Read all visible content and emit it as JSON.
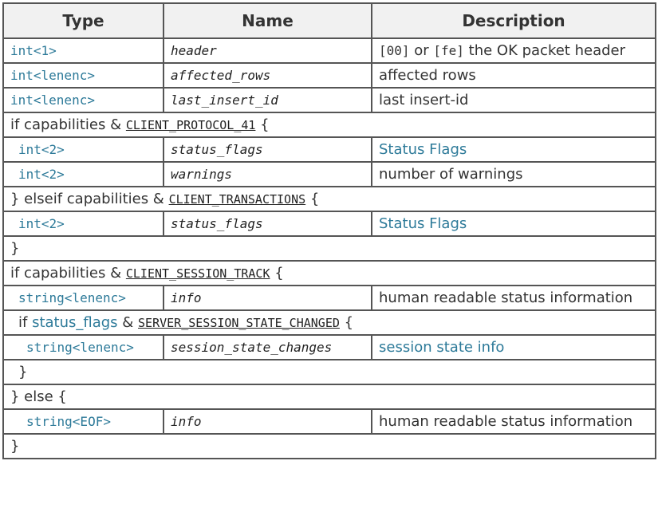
{
  "headers": {
    "type": "Type",
    "name": "Name",
    "description": "Description"
  },
  "rows": {
    "header": {
      "type": "int<1>",
      "name": "header",
      "desc_code1": "[00]",
      "desc_or": " or ",
      "desc_code2": "[fe]",
      "desc_rest": " the OK packet header"
    },
    "affected_rows": {
      "type": "int<lenenc>",
      "name": "affected_rows",
      "desc": "affected rows"
    },
    "last_insert_id": {
      "type": "int<lenenc>",
      "name": "last_insert_id",
      "desc": "last insert-id"
    },
    "cond1": {
      "prefix": "if capabilities & ",
      "const": "CLIENT_PROTOCOL_41",
      "suffix": " {"
    },
    "status_flags_1": {
      "type": "int<2>",
      "name": "status_flags",
      "desc": "Status Flags"
    },
    "warnings": {
      "type": "int<2>",
      "name": "warnings",
      "desc": "number of warnings"
    },
    "cond2": {
      "prefix": "} elseif capabilities & ",
      "const": "CLIENT_TRANSACTIONS",
      "suffix": " {"
    },
    "status_flags_2": {
      "type": "int<2>",
      "name": "status_flags",
      "desc": "Status Flags"
    },
    "close1": "}",
    "cond3": {
      "prefix": "if capabilities & ",
      "const": "CLIENT_SESSION_TRACK",
      "suffix": " {"
    },
    "info_1": {
      "type": "string<lenenc>",
      "name": "info",
      "desc": "human readable status information"
    },
    "cond4": {
      "prefix": "if ",
      "link": "status_flags",
      "mid": " & ",
      "const": "SERVER_SESSION_STATE_CHANGED",
      "suffix": " {"
    },
    "session_state": {
      "type": "string<lenenc>",
      "name": "session_state_changes",
      "desc": "session state info"
    },
    "close2": "}",
    "else": "} else {",
    "info_2": {
      "type": "string<EOF>",
      "name": "info",
      "desc": "human readable status information"
    },
    "close3": "}"
  }
}
